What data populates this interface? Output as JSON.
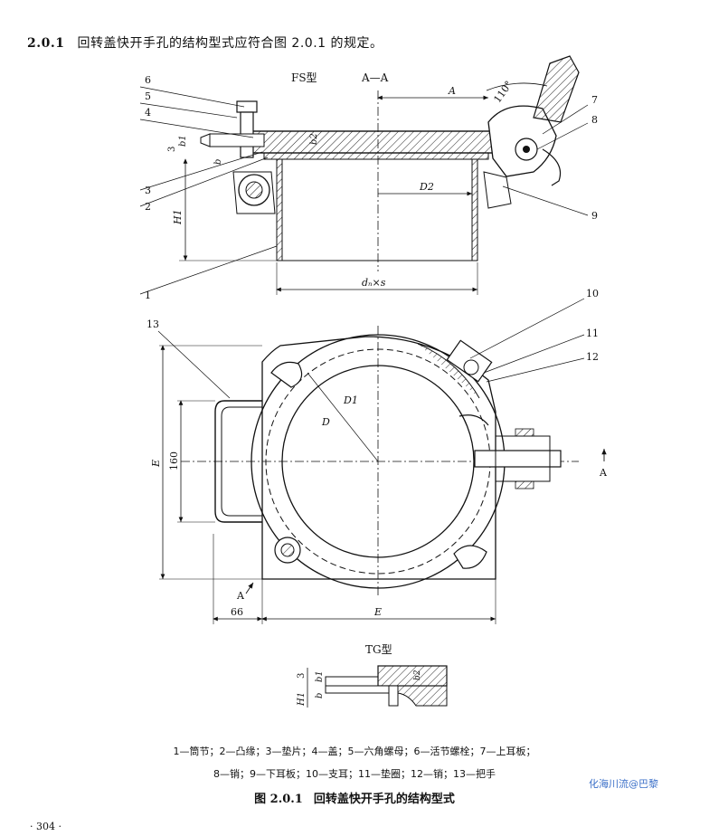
{
  "heading": {
    "number": "2.0.1",
    "text": "回转盖快开手孔的结构型式应符合图 2.0.1 的规定。"
  },
  "top_view": {
    "type_label": "FS型",
    "section_label": "A—A",
    "angle_label": "110°",
    "dims": {
      "A": "A",
      "b1": "b1",
      "b": "b",
      "b2": "b2",
      "three": "3",
      "H1": "H1",
      "D2": "D2",
      "dnxs": "dₙ×s"
    },
    "callouts": [
      "1",
      "2",
      "3",
      "4",
      "5",
      "6",
      "7",
      "8",
      "9"
    ]
  },
  "plan_view": {
    "dims": {
      "E_vert": "E",
      "dim160": "160",
      "dim66": "66",
      "E_horiz": "E",
      "D": "D",
      "D1": "D1",
      "A_left": "A",
      "A_right": "A"
    },
    "callouts": [
      "10",
      "11",
      "12",
      "13"
    ]
  },
  "tg_view": {
    "type_label": "TG型",
    "dims": {
      "three": "3",
      "H1": "H1",
      "b": "b",
      "b1": "b1",
      "b2": "b2"
    }
  },
  "legend": {
    "line1": "1—筒节；2—凸缘；3—垫片；4—盖；5—六角螺母；6—活节螺栓；7—上耳板；",
    "line2": "8—销；9—下耳板；10—支耳；11—垫圈；12—销；13—把手"
  },
  "caption": {
    "number": "图 2.0.1",
    "text": "回转盖快开手孔的结构型式"
  },
  "watermark": "化海川流@巴黎",
  "page_number": "· 304 ·"
}
